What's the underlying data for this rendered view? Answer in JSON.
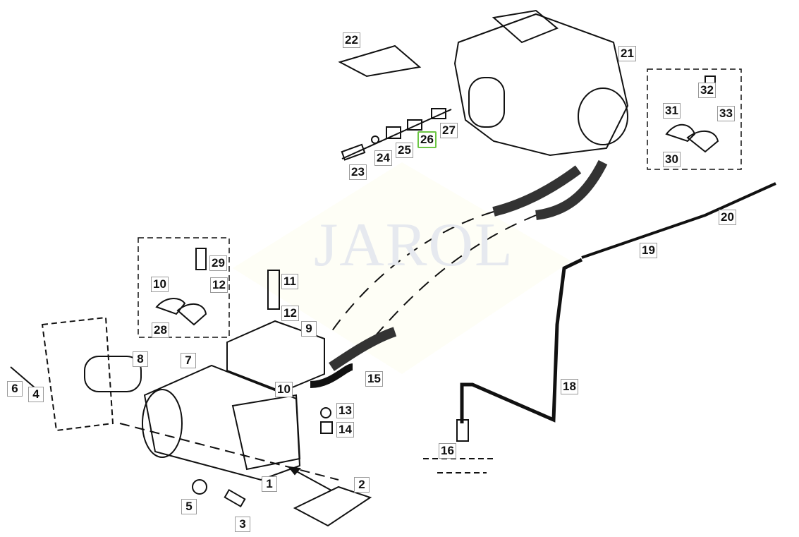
{
  "diagram": {
    "watermark": "JAROL",
    "selected_color": "#6cc644",
    "labels": [
      {
        "id": "l1",
        "text": "1"
      },
      {
        "id": "l2",
        "text": "2"
      },
      {
        "id": "l3",
        "text": "3"
      },
      {
        "id": "l4",
        "text": "4"
      },
      {
        "id": "l5",
        "text": "5"
      },
      {
        "id": "l6",
        "text": "6"
      },
      {
        "id": "l7",
        "text": "7"
      },
      {
        "id": "l8",
        "text": "8"
      },
      {
        "id": "l9",
        "text": "9"
      },
      {
        "id": "l10a",
        "text": "10"
      },
      {
        "id": "l10b",
        "text": "10"
      },
      {
        "id": "l11",
        "text": "11"
      },
      {
        "id": "l12a",
        "text": "12"
      },
      {
        "id": "l12b",
        "text": "12"
      },
      {
        "id": "l13",
        "text": "13"
      },
      {
        "id": "l14",
        "text": "14"
      },
      {
        "id": "l15",
        "text": "15"
      },
      {
        "id": "l16",
        "text": "16"
      },
      {
        "id": "l18",
        "text": "18"
      },
      {
        "id": "l19",
        "text": "19"
      },
      {
        "id": "l20",
        "text": "20"
      },
      {
        "id": "l21",
        "text": "21"
      },
      {
        "id": "l22",
        "text": "22"
      },
      {
        "id": "l23",
        "text": "23"
      },
      {
        "id": "l24",
        "text": "24"
      },
      {
        "id": "l25",
        "text": "25"
      },
      {
        "id": "l26",
        "text": "26",
        "selected": true
      },
      {
        "id": "l27",
        "text": "27"
      },
      {
        "id": "l28",
        "text": "28"
      },
      {
        "id": "l29",
        "text": "29"
      },
      {
        "id": "l30",
        "text": "30"
      },
      {
        "id": "l31",
        "text": "31"
      },
      {
        "id": "l32",
        "text": "32"
      },
      {
        "id": "l33",
        "text": "33"
      }
    ]
  }
}
